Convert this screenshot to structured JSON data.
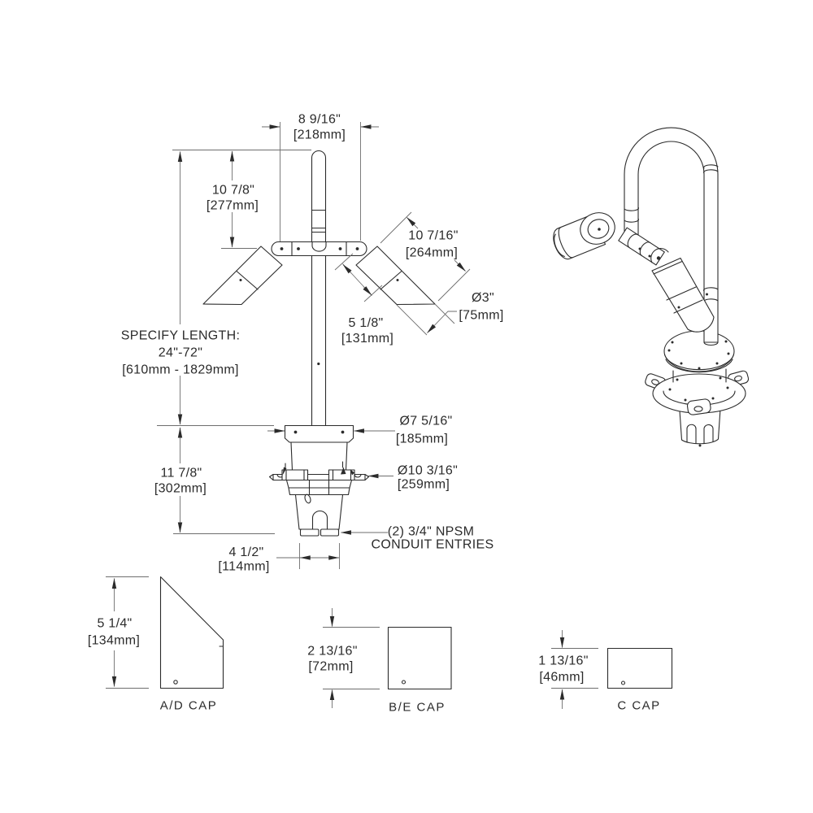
{
  "front_view": {
    "dim_top_width": {
      "inches": "8 9/16\"",
      "mm": "[218mm]"
    },
    "dim_upper_height": {
      "inches": "10 7/8\"",
      "mm": "[277mm]"
    },
    "specify_length": {
      "line1": "SPECIFY LENGTH:",
      "line2": "24\"-72\"",
      "line3": "[610mm - 1829mm]"
    },
    "dim_lamp_length": {
      "inches": "10 7/16\"",
      "mm": "[264mm]"
    },
    "dim_lamp_diameter": {
      "inches": "Ø3\"",
      "mm": "[75mm]"
    },
    "dim_lamp_body": {
      "inches": "5 1/8\"",
      "mm": "[131mm]"
    },
    "dim_top_flange_diameter": {
      "inches": "Ø7 5/16\"",
      "mm": "[185mm]"
    },
    "dim_mid_flange_diameter": {
      "inches": "Ø10 3/16\"",
      "mm": "[259mm]"
    },
    "dim_base_height": {
      "inches": "11 7/8\"",
      "mm": "[302mm]"
    },
    "conduit_note": {
      "line1": "(2) 3/4\" NPSM",
      "line2": "CONDUIT ENTRIES"
    },
    "dim_base_width": {
      "inches": "4 1/2\"",
      "mm": "[114mm]"
    }
  },
  "cap_views": [
    {
      "label": "A/D CAP",
      "dim_inches": "5 1/4\"",
      "dim_mm": "[134mm]"
    },
    {
      "label": "B/E CAP",
      "dim_inches": "2 13/16\"",
      "dim_mm": "[72mm]"
    },
    {
      "label": "C CAP",
      "dim_inches": "1 13/16\"",
      "dim_mm": "[46mm]"
    }
  ],
  "colors": {
    "line": "#2b2b2b",
    "dimension_line": "#6e6e6e",
    "background": "#ffffff"
  }
}
